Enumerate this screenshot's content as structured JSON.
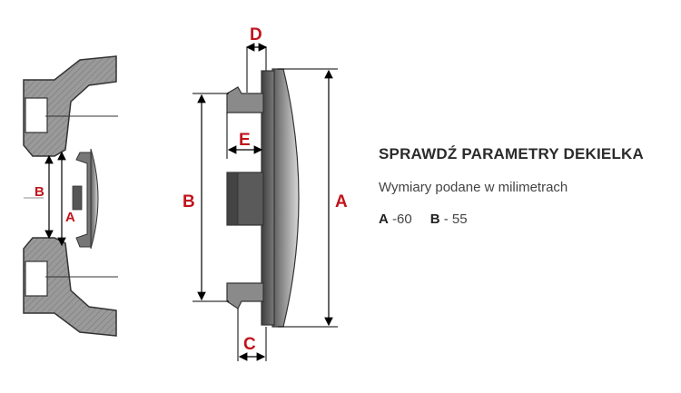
{
  "diagram": {
    "left_labels": {
      "b": "B",
      "a": "A"
    },
    "right_labels": {
      "d": "D",
      "e": "E",
      "b": "B",
      "a": "A",
      "c": "C"
    },
    "colors": {
      "dimension": "#c0141c",
      "metal": "#8f8f8f",
      "cap": "#6b6b6b",
      "line": "#000000"
    }
  },
  "panel": {
    "heading": "SPRAWDŹ PARAMETRY DEKIELKA",
    "subtitle": "Wymiary podane w milimetrach",
    "params": [
      {
        "key": "A",
        "value": "-60"
      },
      {
        "key": "B",
        "value": "- 55"
      }
    ]
  }
}
